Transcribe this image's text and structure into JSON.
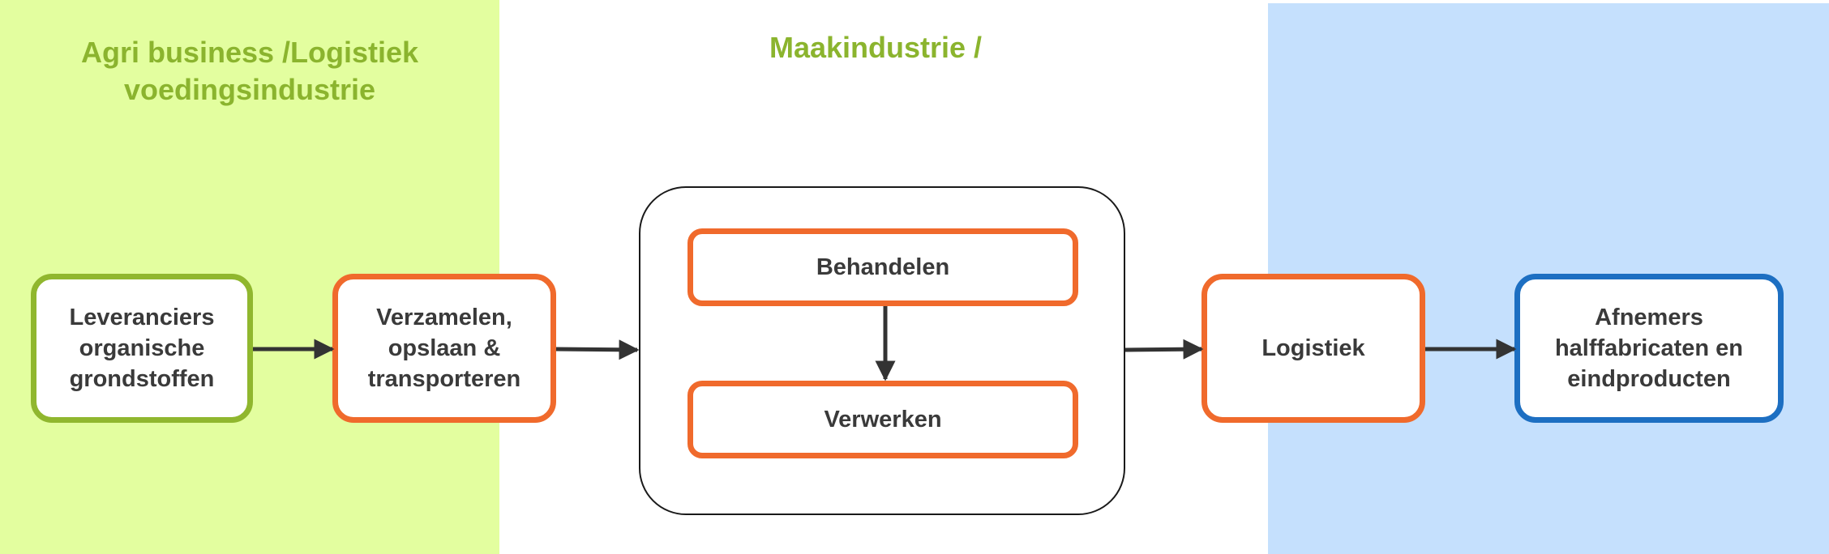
{
  "headings": {
    "left": "Agri business /Logistiek\nvoedingsindustrie",
    "middle": "Maakindustrie /"
  },
  "nodes": {
    "suppliers": "Leveranciers\norganische\ngrondstoffen",
    "collect": "Verzamelen,\nopslaan &\ntransporteren",
    "treat": "Behandelen",
    "process": "Verwerken",
    "logistics": "Logistiek",
    "customers": "Afnemers\nhalffabricaten en\neindproducten"
  },
  "colors": {
    "left_panel": "#e3fe9f",
    "right_panel": "#c5e0fd",
    "heading_text": "#8bb42e",
    "green_border": "#90b72e",
    "orange_border": "#f06a2c",
    "blue_border": "#1d6fc2",
    "arrow": "#333333"
  }
}
